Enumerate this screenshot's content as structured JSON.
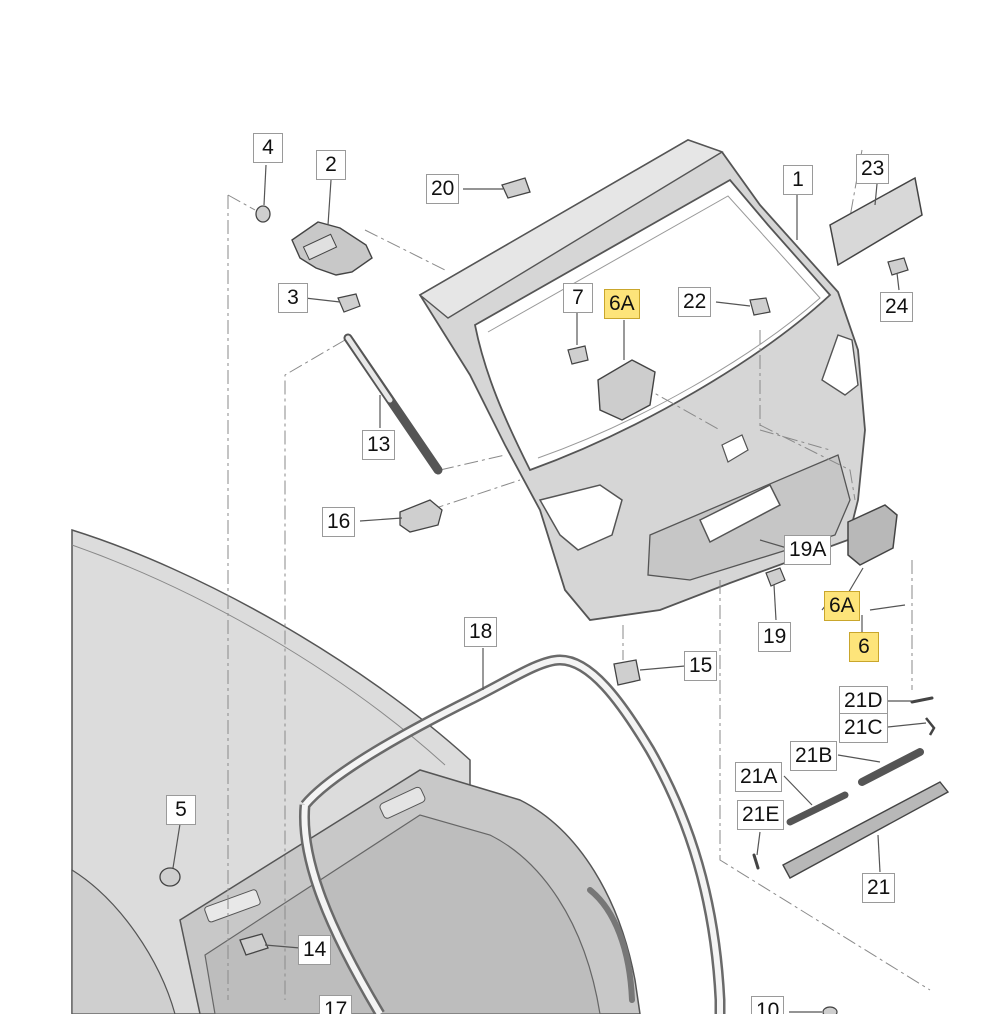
{
  "diagram": {
    "colors": {
      "panel": "#d9d9d9",
      "panel_dark": "#c4c4c4",
      "line": "#555555",
      "leader": "#8a8a8a",
      "highlight": "#fde47a",
      "callout_border": "#9a9a9a"
    },
    "callouts": {
      "c4": "4",
      "c2": "2",
      "c20": "20",
      "c1": "1",
      "c23": "23",
      "c3": "3",
      "c7": "7",
      "c6a_top": "6A",
      "c22": "22",
      "c24": "24",
      "c13": "13",
      "c16": "16",
      "c19a": "19A",
      "c6a_right": "6A",
      "c6": "6",
      "c19": "19",
      "c18": "18",
      "c15": "15",
      "c21d": "21D",
      "c21c": "21C",
      "c21b": "21B",
      "c21a": "21A",
      "c21e": "21E",
      "c21": "21",
      "c5": "5",
      "c14": "14",
      "c17": "17",
      "c10": "10"
    }
  }
}
